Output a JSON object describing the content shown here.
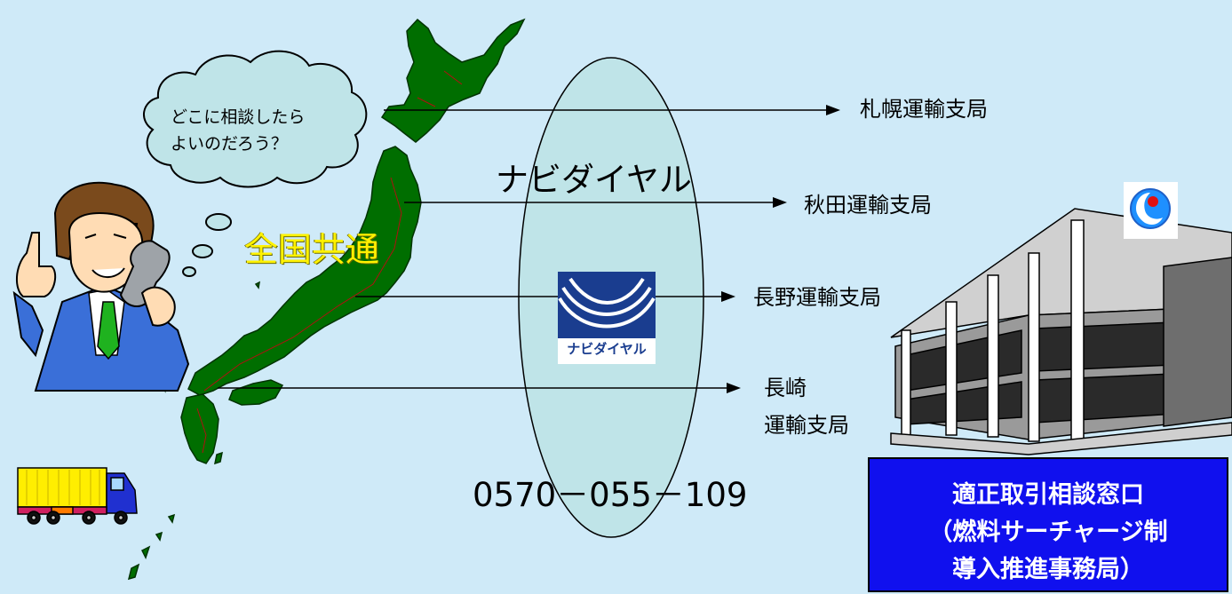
{
  "bubble": {
    "line1": "どこに相談したら",
    "line2": "よいのだろう？"
  },
  "nationwide_label": "全国共通",
  "service_name": "ナビダイヤル",
  "logo_text": "ナビダイヤル",
  "phone_number": "0570－055－109",
  "destinations": [
    "札幌運輸支局",
    "秋田運輸支局",
    "長野運輸支局",
    "長崎",
    "運輸支局"
  ],
  "consultation_box": {
    "line1": "適正取引相談窓口",
    "line2": "（燃料サーチャージ制",
    "line3": "導入推進事務局）"
  },
  "colors": {
    "background": "#cfeaf8",
    "map_green": "#006e00",
    "ellipse": "#bfe4e8",
    "box_blue": "#1010ee",
    "highlight_yellow": "#fff200"
  },
  "icons": [
    "businessman-on-phone-icon",
    "thought-cloud-icon",
    "japan-map-icon",
    "navi-dial-logo-icon",
    "ministry-emblem-icon",
    "government-building-icon",
    "truck-icon"
  ]
}
